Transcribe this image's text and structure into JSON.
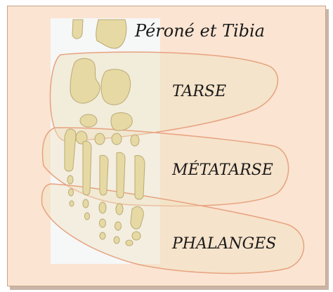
{
  "labels": {
    "title": "Péroné et Tibia",
    "tarse": "TARSE",
    "metatarse": "MÉTATARSE",
    "phalanges": "PHALANGES"
  },
  "colors": {
    "frame_fill": "#fbe4d2",
    "frame_border": "#c8a488",
    "photo_bg": "#f6f7f7",
    "bone": "#e7d9a4",
    "bone_shadow": "#b9aa72",
    "zone_stroke": "#e7a27f",
    "zone_fill": "#efe3c4"
  }
}
